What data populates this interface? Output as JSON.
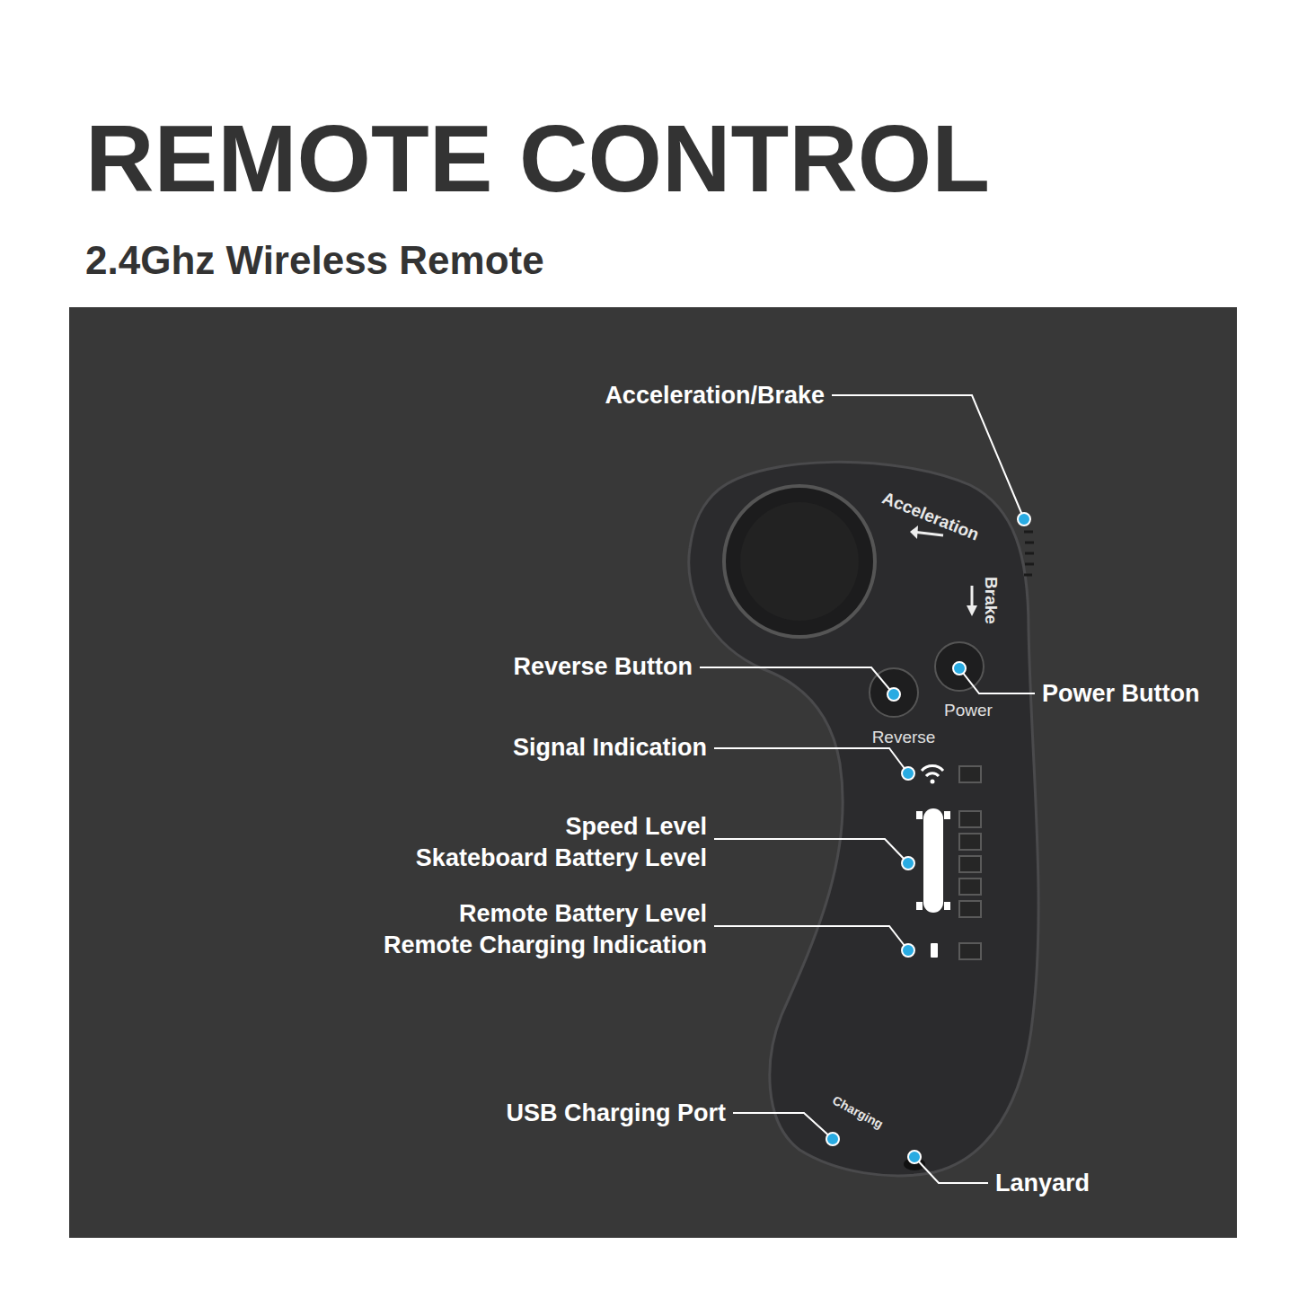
{
  "diagram": {
    "title": "REMOTE CONTROL",
    "labels": [
      "2.4Ghz Wireless Remote",
      "Acceleration/Brake",
      "Acceleration",
      "Brake",
      "Reverse Button",
      "Power Button",
      "Power",
      "Reverse",
      "Signal Indication",
      "Speed Level",
      "Skateboard Battery Level",
      "Remote Battery Level",
      "Remote Charging Indication",
      "USB Charging Port",
      "Charging",
      "Lanyard"
    ]
  }
}
